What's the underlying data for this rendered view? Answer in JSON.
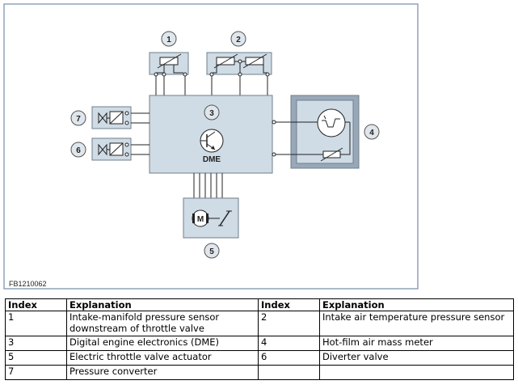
{
  "diagram": {
    "figure_code": "FB1210062",
    "dme_label": "DME",
    "motor_label": "M",
    "callouts": [
      "1",
      "2",
      "3",
      "4",
      "5",
      "6",
      "7"
    ]
  },
  "legend": {
    "headers": [
      "Index",
      "Explanation",
      "Index",
      "Explanation"
    ],
    "rows": [
      [
        "1",
        "Intake-manifold pressure sensor downstream of throttle valve",
        "2",
        "Intake air temperature pressure sensor"
      ],
      [
        "3",
        "Digital engine electronics (DME)",
        "4",
        "Hot-film air mass meter"
      ],
      [
        "5",
        "Electric throttle valve actuator",
        "6",
        "Diverter valve"
      ],
      [
        "7",
        "Pressure converter",
        "",
        ""
      ]
    ]
  },
  "colors": {
    "frame": "#8fa3b8",
    "box_fill": "#cfdbe5",
    "box_stroke": "#6f7f8d",
    "hfm_fill": "#98a8b8",
    "callout_fill": "#dfe6ec"
  }
}
